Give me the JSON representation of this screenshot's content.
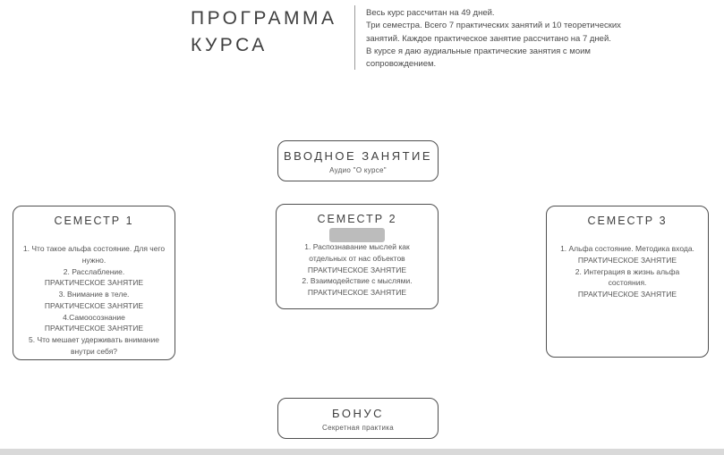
{
  "colors": {
    "text_dark": "#3f3f3f",
    "text_body": "#555555",
    "border": "#4f4f4f",
    "divider": "#9a9a9a",
    "badge_bg": "#b5b5b5",
    "footer_strip": "#d9d9d9"
  },
  "header": {
    "title_line1": "ПРОГРАММА",
    "title_line2": "КУРСА",
    "paragraphs": [
      "Весь курс рассчитан на 49 дней.",
      "Три семестра. Всего 7 практических занятий и 10 теоретических занятий. Каждое практическое занятие рассчитано на 7 дней.",
      "В курсе я даю аудиальные практические занятия с моим сопровождением."
    ]
  },
  "intro_box": {
    "title": "ВВОДНОЕ ЗАНЯТИЕ",
    "subtitle": "Аудио \"О курсе\""
  },
  "semesters": [
    {
      "title": "СЕМЕСТР 1",
      "lines": [
        "1. Что такое альфа состояние. Для чего нужно.",
        "2. Расслабление.",
        "ПРАКТИЧЕСКОЕ ЗАНЯТИЕ",
        "3. Внимание в теле.",
        "ПРАКТИЧЕСКОЕ ЗАНЯТИЕ",
        "4.Самоосознание",
        "ПРАКТИЧЕСКОЕ ЗАНЯТИЕ",
        "5. Что мешает удерживать внимание внутри себя?"
      ]
    },
    {
      "title": "СЕМЕСТР 2",
      "lines": [
        "1. Распознавание мыслей как отдельных от нас объектов",
        "ПРАКТИЧЕСКОЕ ЗАНЯТИЕ",
        "2. Взаимодействие с мыслями.",
        "ПРАКТИЧЕСКОЕ ЗАНЯТИЕ"
      ]
    },
    {
      "title": "СЕМЕСТР 3",
      "lines": [
        "1. Альфа состояние. Методика входа.",
        "ПРАКТИЧЕСКОЕ ЗАНЯТИЕ",
        "2. Интеграция в жизнь альфа состояния.",
        "ПРАКТИЧЕСКОЕ ЗАНЯТИЕ"
      ]
    }
  ],
  "bonus_box": {
    "title": "БОНУС",
    "subtitle": "Секретная практика"
  }
}
